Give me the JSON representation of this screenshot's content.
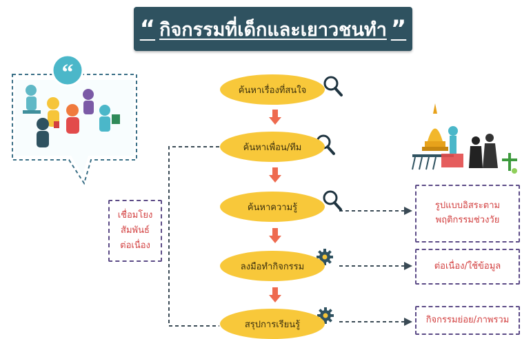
{
  "title": {
    "open_quote": "“",
    "text": "กิจกรรมที่เด็กและเยาวชนทำ",
    "close_quote": "”"
  },
  "steps": [
    {
      "label": "ค้นหาเรื่องที่สนใจ",
      "icon": "magnifier-icon"
    },
    {
      "label": "ค้นหาเพื่อน/ทีม",
      "icon": "magnifier-icon"
    },
    {
      "label": "ค้นหาความรู้",
      "icon": "magnifier-icon"
    },
    {
      "label": "ลงมือทำกิจกรรม",
      "icon": "gear-icon"
    },
    {
      "label": "สรุปการเรียนรู้",
      "icon": "gear-icon"
    }
  ],
  "side_box": {
    "lines": [
      "เชื่อมโยง",
      "สัมพันธ์",
      "ต่อเนื่อง"
    ]
  },
  "outputs": [
    {
      "lines": [
        "รูปแบบอิสระตาม",
        "พฤติกรรมช่วงวัย"
      ]
    },
    {
      "lines": [
        "ต่อเนื่อง/ใช้ข้อมูล"
      ]
    },
    {
      "lines": [
        "กิจกรรมย่อย/ภาพรวม"
      ]
    }
  ],
  "colors": {
    "banner": "#2f5260",
    "step_fill": "#f8c83a",
    "arrow": "#ee6a4f",
    "dash_border": "#5b4a86",
    "output_text": "#d23f3f",
    "bubble_border": "#3a6f86",
    "quote_circle": "#4bb7c9"
  }
}
